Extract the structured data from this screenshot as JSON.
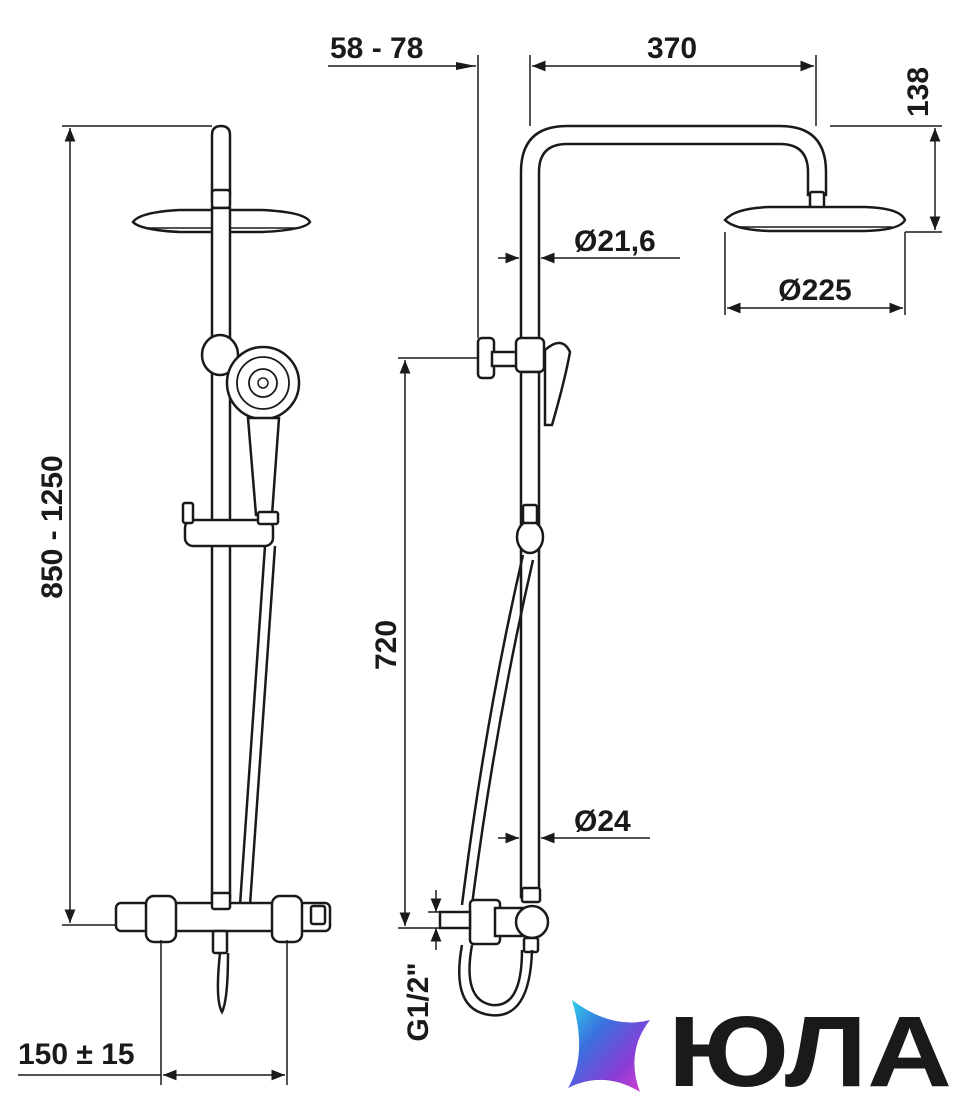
{
  "dimensions": {
    "height_range": "850 - 1250",
    "spacing": "150 ± 15",
    "offset": "58 - 78",
    "arm_length": "370",
    "head_drop": "138",
    "pipe_diameter_top": "Ø21,6",
    "head_diameter": "Ø225",
    "rail_height": "720",
    "pipe_diameter_bottom": "Ø24",
    "inlet_thread": "G1/2\""
  },
  "logo": {
    "brand": "ЮЛА",
    "gradient_colors": [
      "#2dd6e8",
      "#3b6fe0",
      "#8a3cd8",
      "#e040c8"
    ],
    "text_color": "#1c1c1c"
  },
  "colors": {
    "line": "#1a1a1a",
    "pipe_fill": "#ffffff"
  }
}
